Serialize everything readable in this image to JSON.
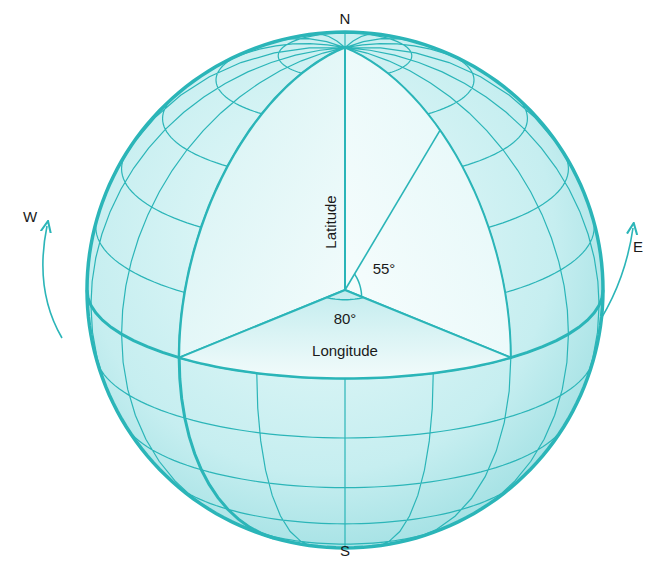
{
  "diagram": {
    "labels": [
      "N",
      "W",
      "E",
      "Latitude",
      "55°",
      "80°",
      "Longitude",
      "S"
    ]
  }
}
